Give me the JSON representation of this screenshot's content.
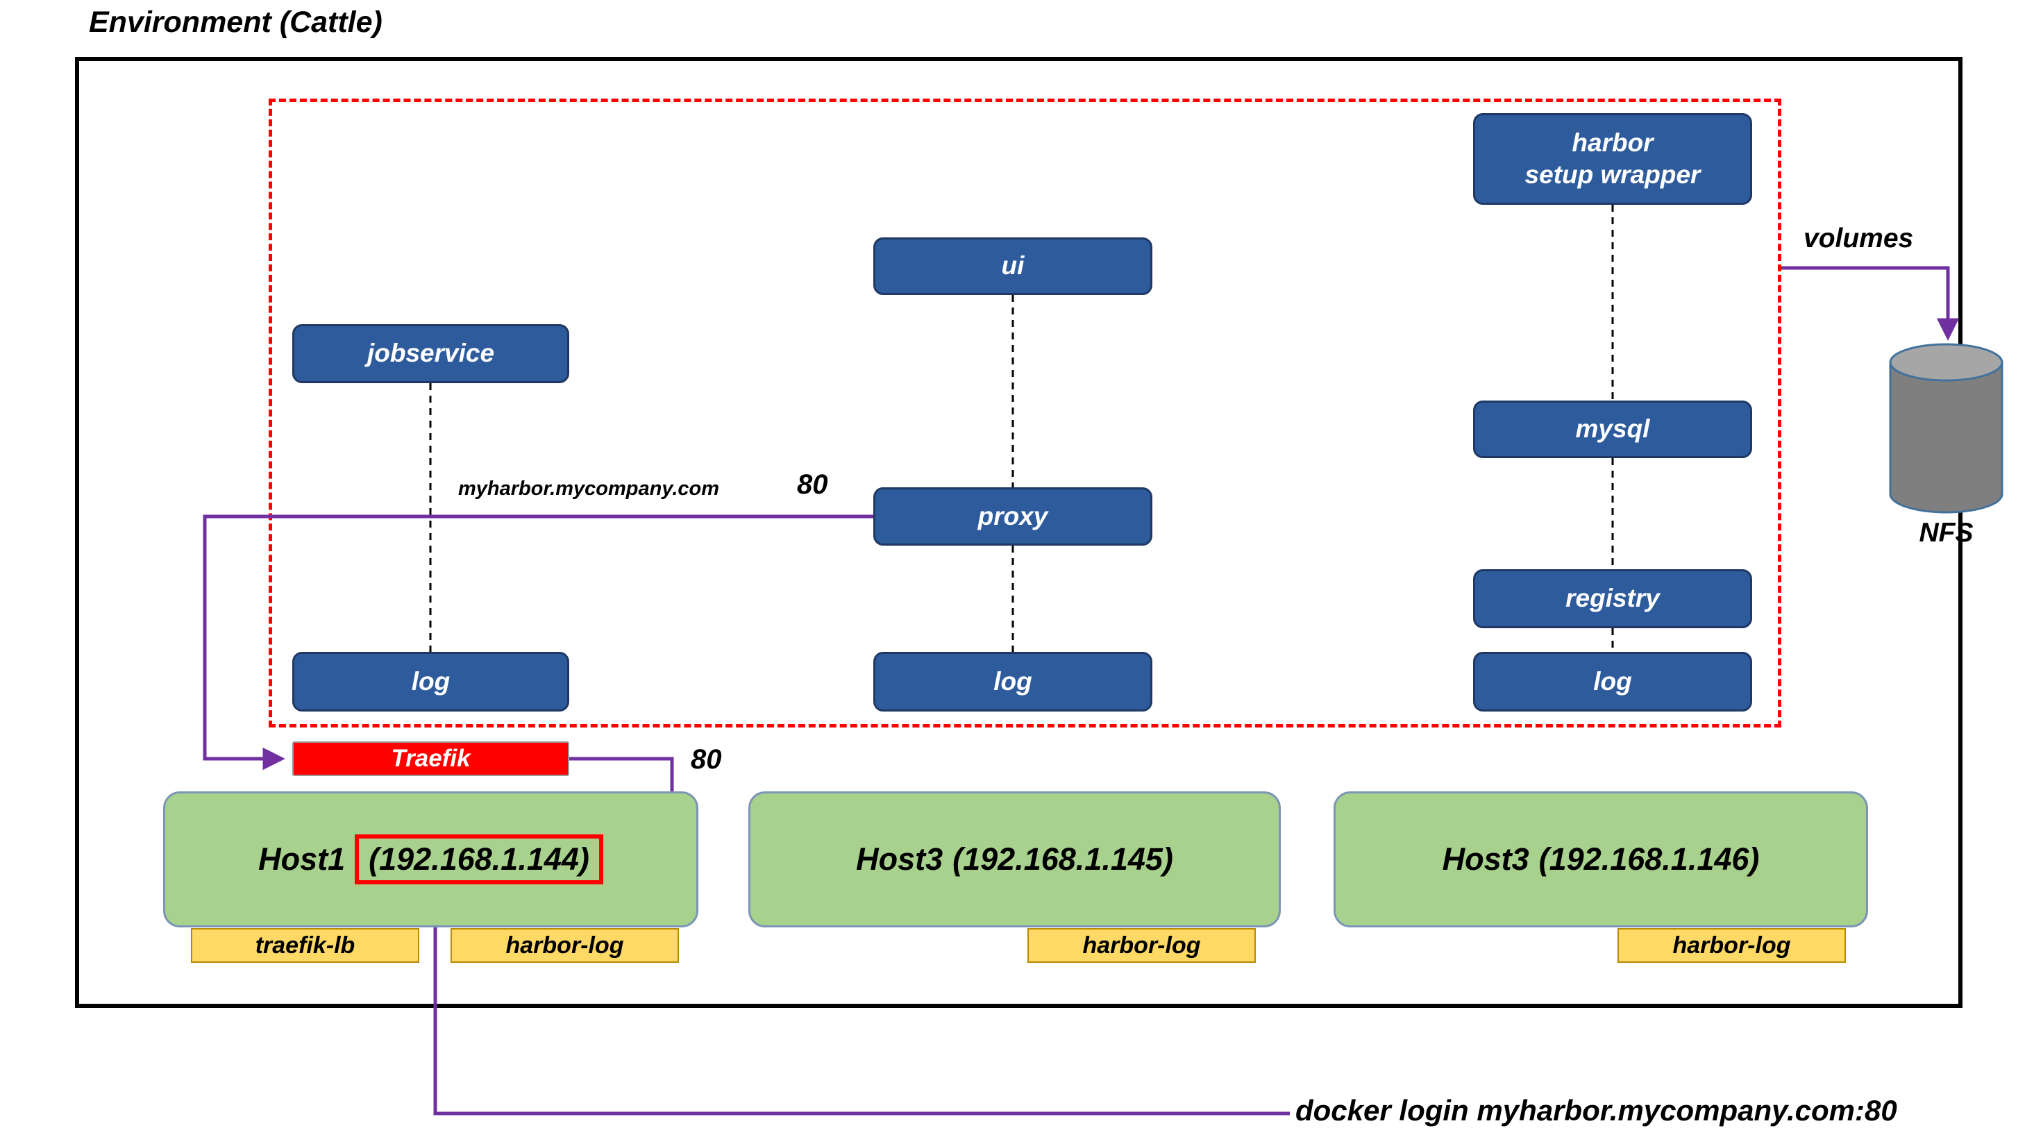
{
  "title": "Environment (Cattle)",
  "colors": {
    "blue": "#2e5b9c",
    "blue_border": "#1f3864",
    "red": "#ff0000",
    "green": "#a9d18e",
    "yellow": "#ffd966",
    "purple": "#7030a0"
  },
  "services": {
    "harbor_setup_wrapper_line1": "harbor",
    "harbor_setup_wrapper_line2": "setup wrapper",
    "ui": "ui",
    "jobservice": "jobservice",
    "mysql": "mysql",
    "proxy": "proxy",
    "registry": "registry",
    "log_left": "log",
    "log_middle": "log",
    "log_right": "log"
  },
  "traefik_label": "Traefik",
  "hosts": [
    {
      "name": "Host1",
      "ip": "(192.168.1.144)"
    },
    {
      "name": "Host3",
      "ip": "(192.168.1.145)"
    },
    {
      "name": "Host3",
      "ip": "(192.168.1.146)"
    }
  ],
  "host_tags": {
    "traefik_lb": "traefik-lb",
    "harbor_log_1": "harbor-log",
    "harbor_log_2": "harbor-log",
    "harbor_log_3": "harbor-log"
  },
  "annotations": {
    "domain": "myharbor.mycompany.com",
    "proxy_port": "80",
    "traefik_port": "80",
    "volumes": "volumes",
    "nfs": "NFS",
    "docker_login": "docker login myharbor.mycompany.com:80"
  }
}
